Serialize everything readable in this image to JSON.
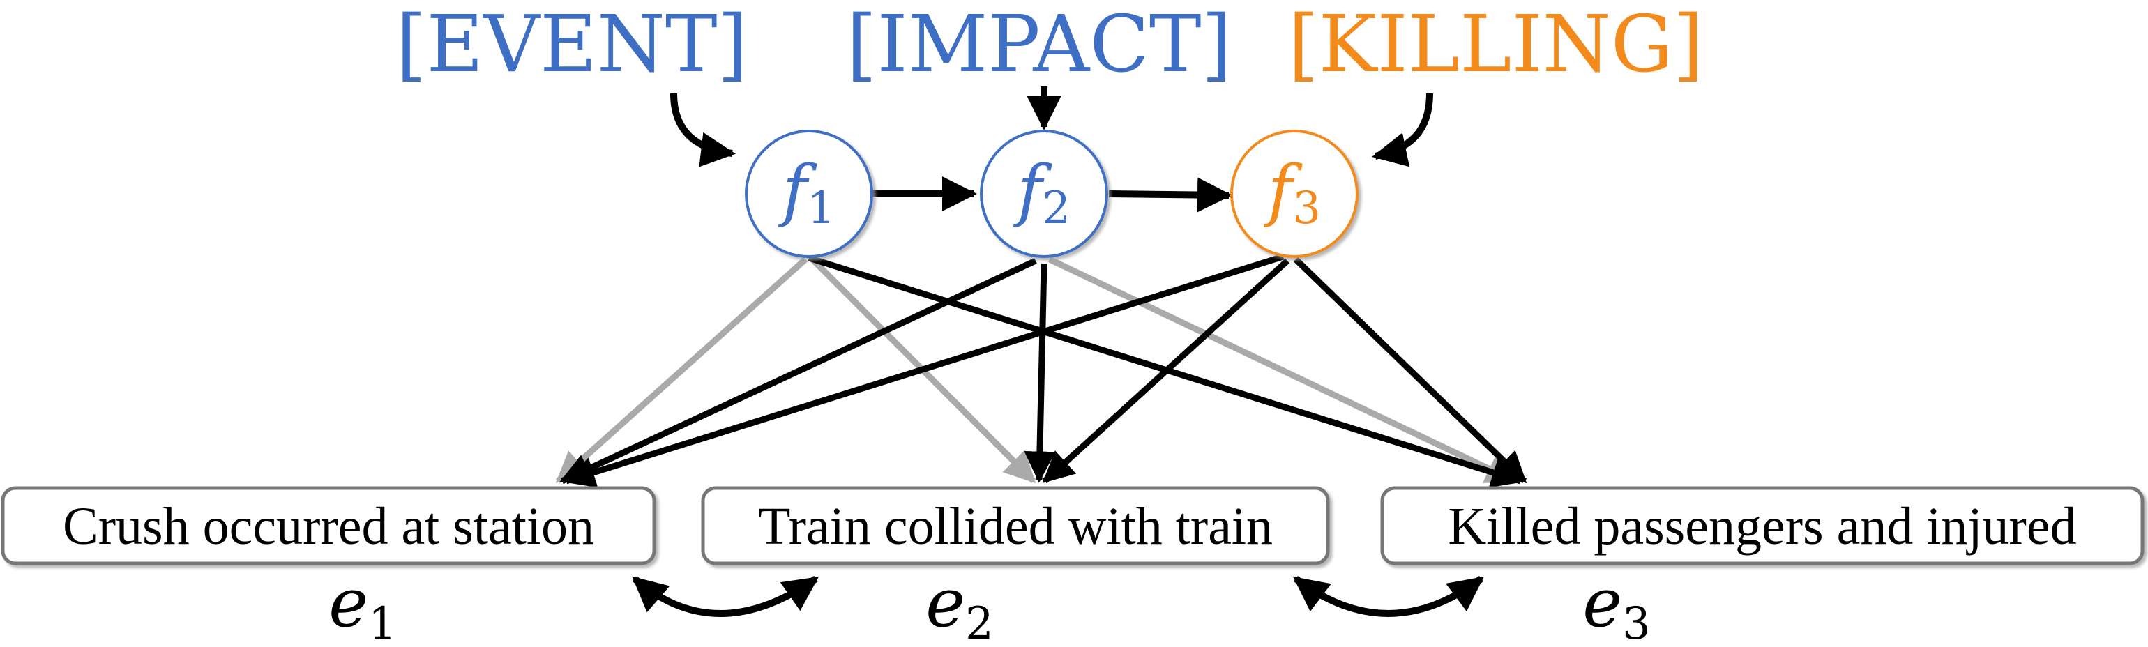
{
  "colors": {
    "blue": "#3f6fc4",
    "orange": "#f28a1c",
    "black": "#000000",
    "gray": "#aaaaaa",
    "box_stroke": "#777777"
  },
  "roles": [
    {
      "id": "event",
      "label": "[EVENT]",
      "color": "#3f6fc4"
    },
    {
      "id": "impact",
      "label": "[IMPACT]",
      "color": "#3f6fc4"
    },
    {
      "id": "killing",
      "label": "[KILLING]",
      "color": "#f28a1c"
    }
  ],
  "frames": [
    {
      "id": "f1",
      "base": "f",
      "sub": "1",
      "color": "#3f6fc4"
    },
    {
      "id": "f2",
      "base": "f",
      "sub": "2",
      "color": "#3f6fc4"
    },
    {
      "id": "f3",
      "base": "f",
      "sub": "3",
      "color": "#f28a1c"
    }
  ],
  "events": [
    {
      "id": "e1",
      "text": "Crush occurred at station",
      "var_base": "e",
      "var_sub": "1"
    },
    {
      "id": "e2",
      "text": "Train collided with train",
      "var_base": "e",
      "var_sub": "2"
    },
    {
      "id": "e3",
      "text": "Killed passengers and injured",
      "var_base": "e",
      "var_sub": "3"
    }
  ],
  "edges": {
    "frame_chain": [
      [
        "f1",
        "f2"
      ],
      [
        "f2",
        "f3"
      ]
    ],
    "frame_to_event": [
      {
        "from": "f1",
        "to": "e1",
        "style": "gray"
      },
      {
        "from": "f1",
        "to": "e2",
        "style": "gray"
      },
      {
        "from": "f1",
        "to": "e3",
        "style": "black"
      },
      {
        "from": "f2",
        "to": "e1",
        "style": "black"
      },
      {
        "from": "f2",
        "to": "e2",
        "style": "black"
      },
      {
        "from": "f2",
        "to": "e3",
        "style": "gray"
      },
      {
        "from": "f3",
        "to": "e1",
        "style": "black"
      },
      {
        "from": "f3",
        "to": "e2",
        "style": "black"
      },
      {
        "from": "f3",
        "to": "e3",
        "style": "black"
      }
    ],
    "event_links": [
      [
        "e1",
        "e2"
      ],
      [
        "e2",
        "e3"
      ]
    ]
  }
}
